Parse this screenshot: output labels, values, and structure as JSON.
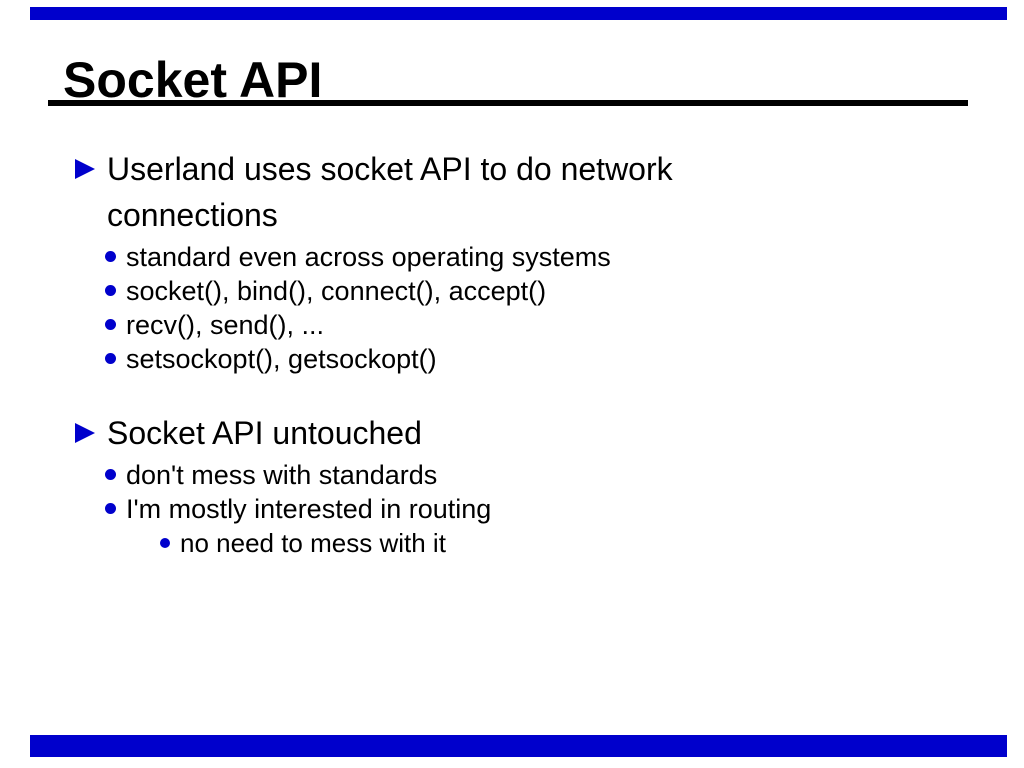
{
  "slide": {
    "title": "Socket API",
    "accent_color": "#0000cc",
    "text_color": "#000000",
    "background_color": "#ffffff"
  },
  "content": {
    "sections": [
      {
        "heading": "Userland uses socket API to do network connections",
        "items": [
          {
            "level": 2,
            "text": "standard even across operating systems"
          },
          {
            "level": 2,
            "text": "socket(), bind(), connect(), accept()"
          },
          {
            "level": 2,
            "text": "recv(), send(), ..."
          },
          {
            "level": 2,
            "text": "setsockopt(), getsockopt()"
          }
        ]
      },
      {
        "heading": "Socket API untouched",
        "items": [
          {
            "level": 2,
            "text": "don't mess with standards"
          },
          {
            "level": 2,
            "text": "I'm mostly interested in routing"
          },
          {
            "level": 3,
            "text": "no need to mess with it"
          }
        ]
      }
    ]
  }
}
